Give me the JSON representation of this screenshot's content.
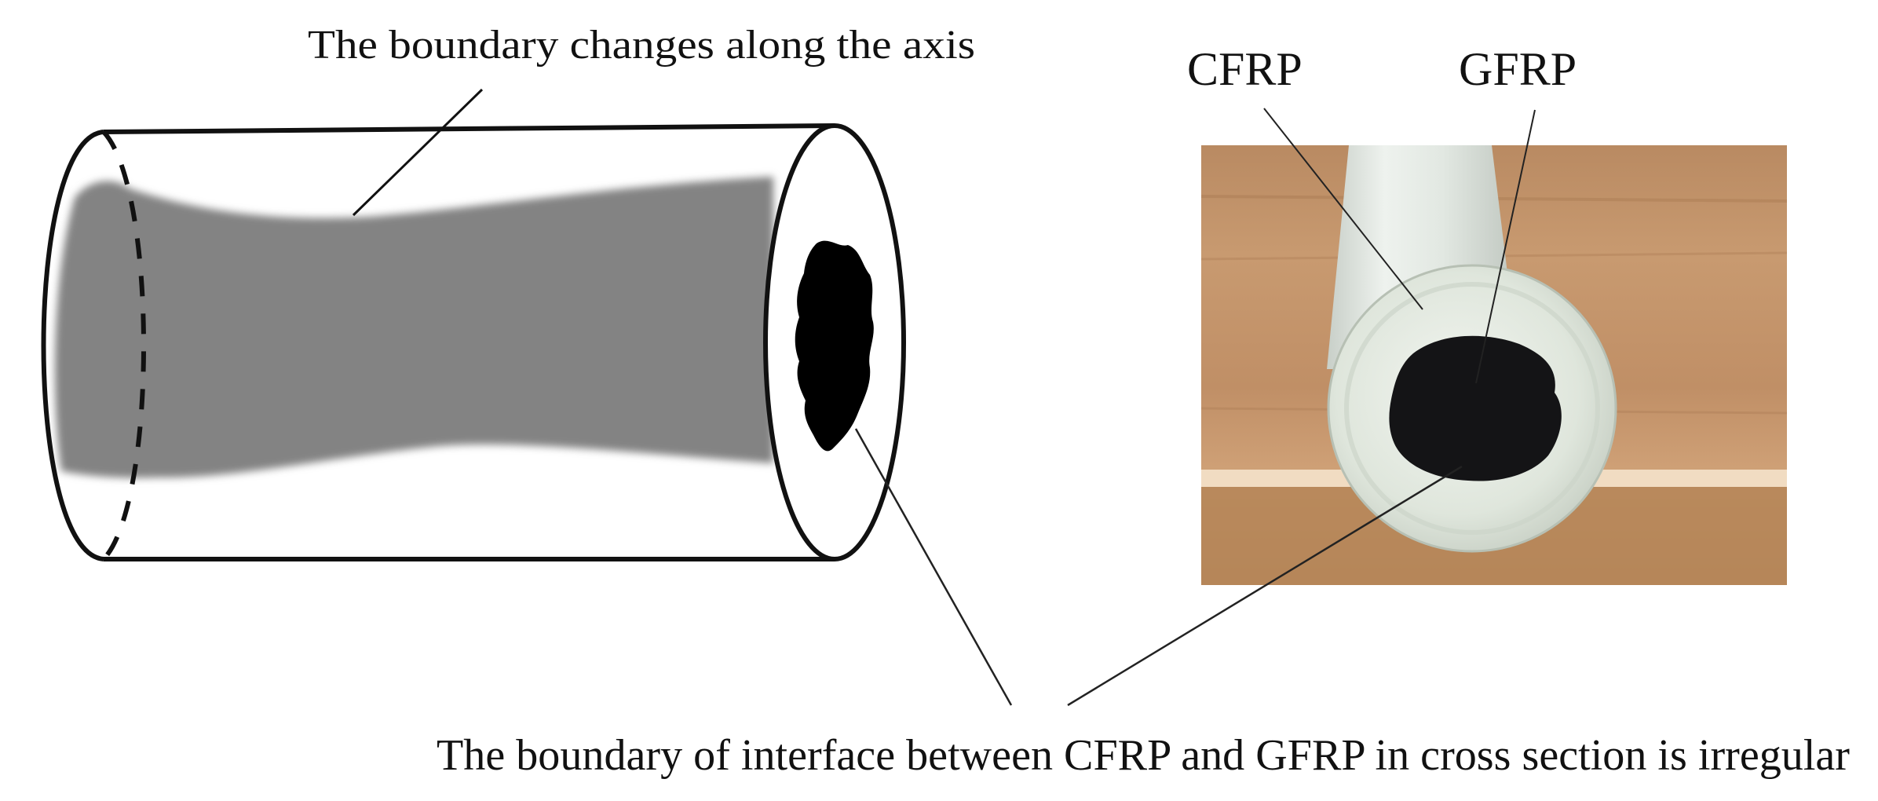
{
  "labels": {
    "axis_note": "The boundary  changes along the axis",
    "cfrp": "CFRP",
    "gfrp": "GFRP",
    "cross_section_note": "The boundary of interface between CFRP and GFRP in cross section is irregular"
  },
  "colors": {
    "inner_core_gray": "#838383",
    "cross_section_core": "#000000",
    "wood_table": "#c4946a",
    "wood_stripe": "#f1dcc2",
    "rod_outer": "#dde3dd",
    "rod_core": "#141416"
  }
}
